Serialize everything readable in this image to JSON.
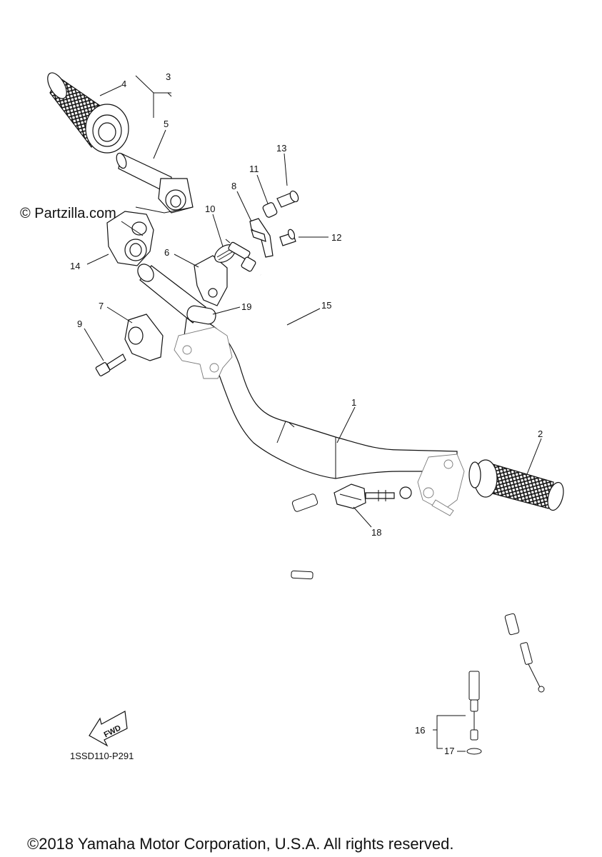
{
  "watermark": "© Partzilla.com",
  "diagram_code": "1SSD110-P291",
  "direction_badge": "FWD",
  "copyright": "©2018 Yamaha Motor Corporation, U.S.A. All rights reserved.",
  "callouts": [
    "1",
    "2",
    "3",
    "4",
    "5",
    "6",
    "7",
    "8",
    "9",
    "10",
    "11",
    "12",
    "13",
    "14",
    "15",
    "16",
    "17",
    "18",
    "19"
  ]
}
